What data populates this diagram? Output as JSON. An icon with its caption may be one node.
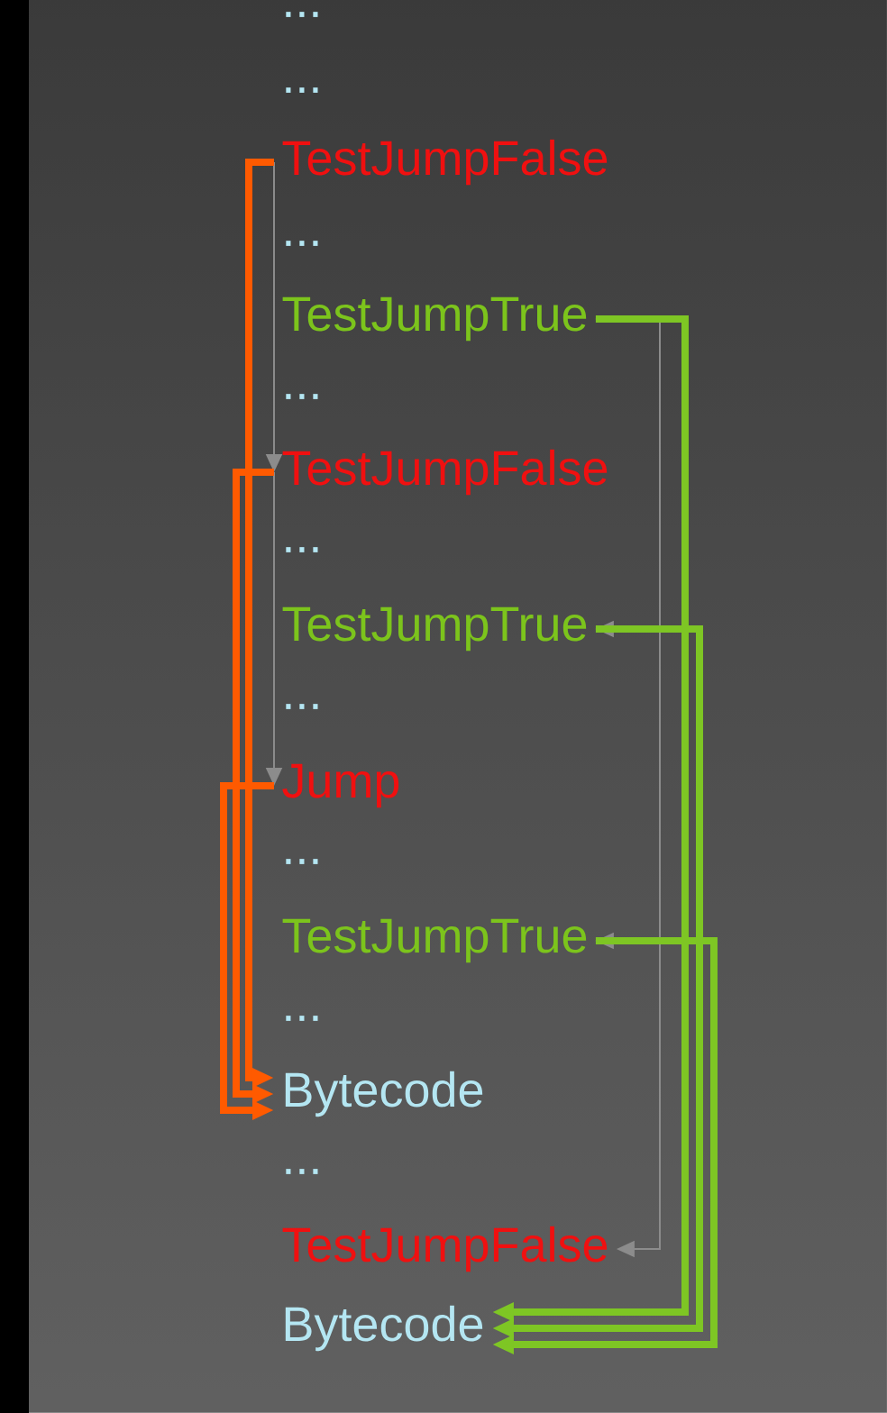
{
  "diagram": {
    "nodes": [
      {
        "text": [
          "..."
        ]
      },
      {
        "text": [
          "..."
        ]
      },
      {
        "text": [
          "TestJumpFalse"
        ]
      },
      {
        "text": [
          "..."
        ]
      },
      {
        "text": [
          "TestJumpTrue"
        ]
      },
      {
        "text": [
          "..."
        ]
      },
      {
        "text": [
          "TestJumpFalse"
        ]
      },
      {
        "text": [
          "..."
        ]
      },
      {
        "text": [
          "TestJumpTrue"
        ]
      },
      {
        "text": [
          "..."
        ]
      },
      {
        "text": [
          "Jump"
        ]
      },
      {
        "text": [
          "..."
        ]
      },
      {
        "text": [
          "TestJumpTrue"
        ]
      },
      {
        "text": [
          "..."
        ]
      },
      {
        "text": [
          "Bytecode"
        ]
      },
      {
        "text": [
          "..."
        ]
      },
      {
        "text": [
          "TestJumpFalse"
        ]
      },
      {
        "text": [
          "Bytecode"
        ]
      }
    ],
    "edges": [
      {
        "from": 2,
        "to": 6,
        "arrow": "to"
      },
      {
        "from": 2,
        "to": 14,
        "arrow": "to",
        "color": "#ff5a00"
      },
      {
        "from": 6,
        "to": 10,
        "arrow": "to"
      },
      {
        "from": 6,
        "to": 14,
        "arrow": "to",
        "color": "#ff5a00"
      },
      {
        "from": 10,
        "to": 14,
        "arrow": "to",
        "color": "#ff5a00"
      },
      {
        "from": 4,
        "to": 8,
        "arrow": "to"
      },
      {
        "from": 4,
        "to": 17,
        "arrow": "to",
        "color": "#7ec624"
      },
      {
        "from": 8,
        "to": 12,
        "arrow": "to"
      },
      {
        "from": 8,
        "to": 17,
        "arrow": "to",
        "color": "#7ec624"
      },
      {
        "from": 12,
        "to": 16,
        "arrow": "to"
      },
      {
        "from": 12,
        "to": 17,
        "arrow": "to",
        "color": "#7ec624"
      }
    ]
  }
}
